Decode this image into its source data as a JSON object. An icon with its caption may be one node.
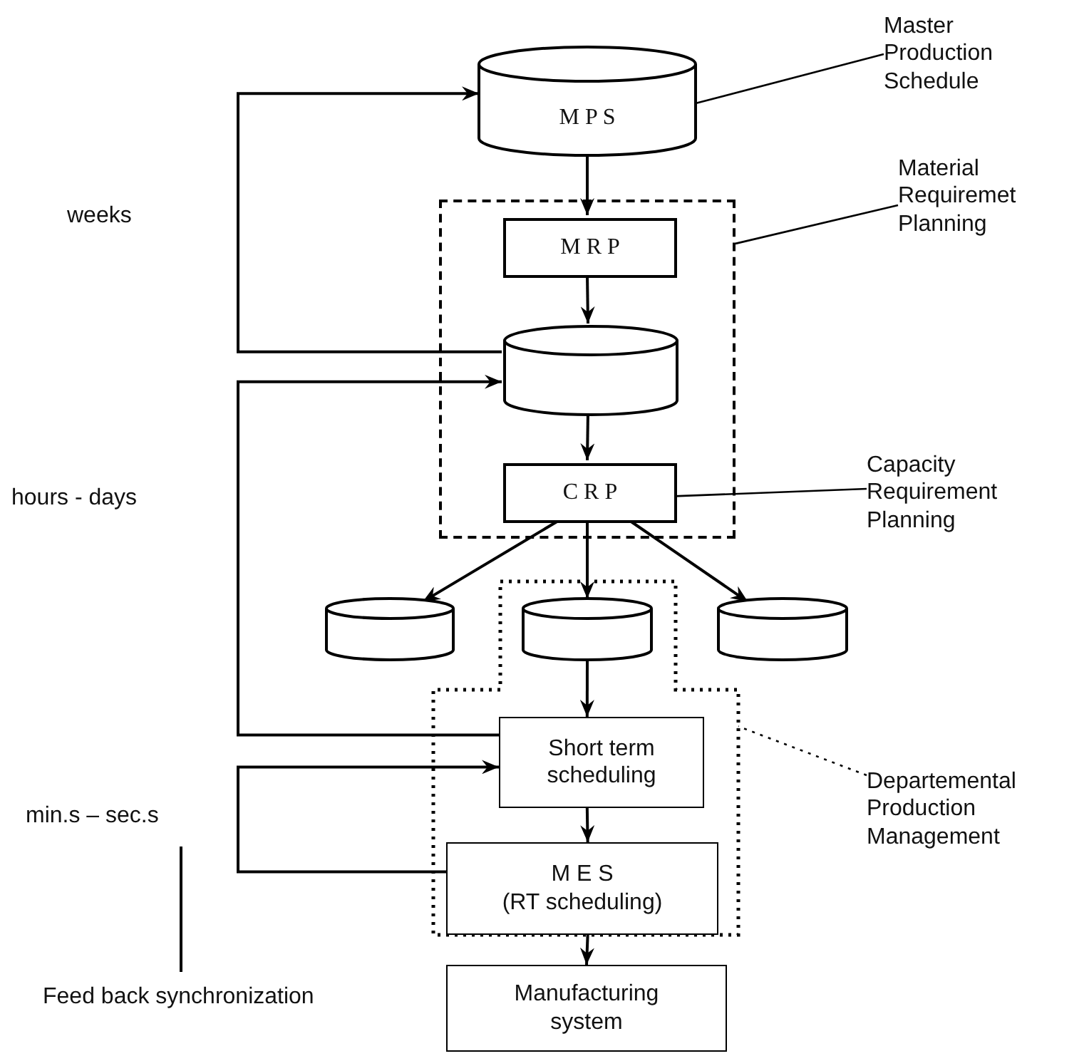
{
  "diagram": {
    "nodes": [
      {
        "text": [
          "M P S"
        ]
      },
      {
        "text": [],
        "shape": "box"
      },
      {
        "text": [
          "M R P"
        ],
        "in": 1
      },
      {
        "text": [],
        "shape": "cylinder",
        "in": 1
      },
      {
        "text": [
          "C R P"
        ],
        "in": 1
      },
      {
        "text": [],
        "shape": "cylinder"
      },
      {
        "text": [],
        "shape": "box"
      },
      {
        "text": [],
        "shape": "cylinder",
        "in": 6
      },
      {
        "text": [],
        "shape": "cylinder"
      },
      {
        "text": [
          "Short term scheduling"
        ],
        "in": 6
      },
      {
        "text": [
          "M E S",
          "(RT scheduling)"
        ],
        "in": 6
      },
      {
        "text": [
          "Manufacturing system"
        ]
      },
      {
        "text": [
          "Master Production Schedule"
        ]
      },
      {
        "text": [
          "Material Requiremet Planning"
        ]
      },
      {
        "text": [
          "Capacity Requirement Planning"
        ]
      },
      {
        "text": [
          "Departemental Production Management"
        ]
      }
    ],
    "edges": [
      {
        "from": 0,
        "to": 2,
        "arrow": "to"
      },
      {
        "from": 2,
        "to": 3,
        "arrow": "to"
      },
      {
        "from": 3,
        "to": 4,
        "arrow": "to"
      },
      {
        "from": 4,
        "to": 5,
        "arrow": "to"
      },
      {
        "from": 4,
        "to": 7,
        "arrow": "to"
      },
      {
        "from": 4,
        "to": 8,
        "arrow": "to"
      },
      {
        "from": 7,
        "to": 9,
        "arrow": "to"
      },
      {
        "from": 9,
        "to": 10,
        "arrow": "to"
      },
      {
        "from": 10,
        "to": 11,
        "arrow": "to"
      },
      {
        "from": 3,
        "to": 0,
        "arrow": "to"
      },
      {
        "from": 9,
        "to": 3,
        "arrow": "to"
      },
      {
        "from": 10,
        "to": 9,
        "arrow": "to"
      },
      {
        "from": 12,
        "to": 0,
        "arrow": "none"
      },
      {
        "from": 13,
        "to": 1,
        "arrow": "none"
      },
      {
        "from": 14,
        "to": 4,
        "arrow": "none"
      },
      {
        "from": 15,
        "to": 6,
        "arrow": "none",
        "style": "dashed"
      }
    ],
    "labels": [
      "weeks",
      "hours - days",
      "min.s – sec.s",
      "Feed back synchronization"
    ]
  }
}
